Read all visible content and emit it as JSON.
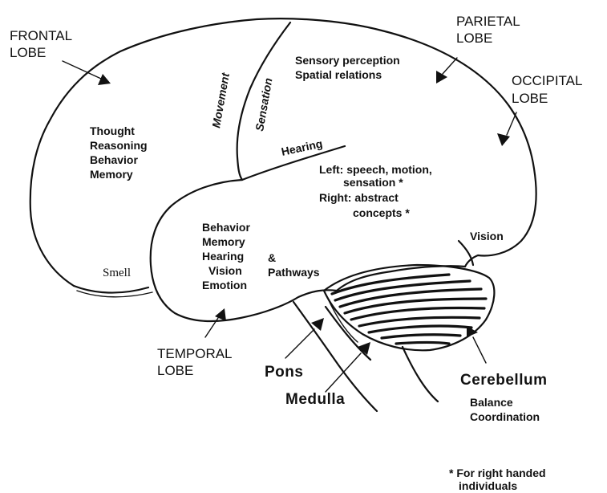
{
  "lobes": {
    "frontal": [
      "FRONTAL",
      "LOBE"
    ],
    "parietal": [
      "PARIETAL",
      "LOBE"
    ],
    "occipital": [
      "OCCIPITAL",
      "LOBE"
    ],
    "temporal": [
      "TEMPORAL",
      "LOBE"
    ]
  },
  "frontal_functions": [
    "Thought",
    "Reasoning",
    "Behavior",
    "Memory"
  ],
  "strips": {
    "movement": "Movement",
    "sensation": "Sensation"
  },
  "parietal_functions": [
    "Sensory perception",
    "Spatial relations"
  ],
  "hearing": "Hearing",
  "hemisphere_note": {
    "left_line1": "Left:  speech,  motion,",
    "left_line2": "sensation  *",
    "right_line1": "Right:  abstract",
    "right_line2": "concepts  *"
  },
  "vision": "Vision",
  "smell": "Smell",
  "temporal_functions": [
    "Behavior",
    "Memory",
    "Hearing",
    "Vision",
    "Emotion"
  ],
  "temporal_extra": {
    "ampersand": "&",
    "pathways": "Pathways"
  },
  "brainstem": {
    "pons": "Pons",
    "medulla": "Medulla"
  },
  "cerebellum": {
    "title": "Cerebellum",
    "functions": [
      "Balance",
      "Coordination"
    ]
  },
  "footnote": [
    "* For right handed",
    "individuals"
  ]
}
